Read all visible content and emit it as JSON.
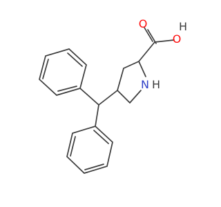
{
  "molecule": {
    "atoms": {
      "carbonyl_oxygen": "O",
      "hydroxyl_oxygen": "O",
      "hydroxyl_hydrogen": "H",
      "ring_nitrogen": "N",
      "ring_nitrogen_hydrogen": "H"
    },
    "colors": {
      "bond": "#3c3c3c",
      "oxygen": "#ff0d0d",
      "nitrogen": "#2f3fc7",
      "hydrogen": "#3c3c3c",
      "background": "#ffffff"
    }
  }
}
